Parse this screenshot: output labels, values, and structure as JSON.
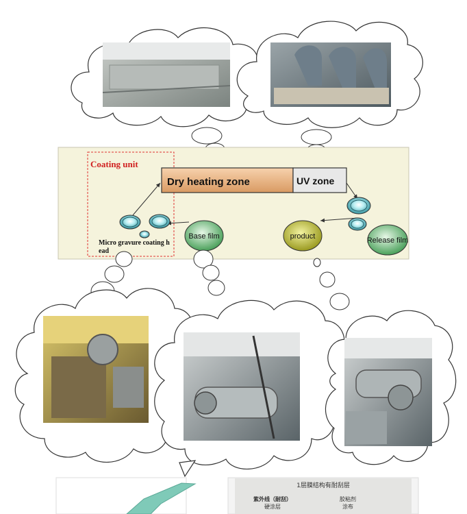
{
  "diagram": {
    "coating_unit_label": "Coating unit",
    "dry_zone_label": "Dry heating zone",
    "uv_zone_label": "UV zone",
    "base_film_label": "Base film",
    "product_label": "product",
    "release_film_label": "Release film",
    "gravure_label_line1": "Micro gravure coating h",
    "gravure_label_line2": "ead"
  },
  "bottom_strip": {
    "title": "1层膜结构有耐刮层",
    "left_label_line1": "紫外线（耐刮）",
    "left_label_line2": "硬涂层",
    "right_label_line1": "胶粘剂",
    "right_label_line2": "涂布"
  },
  "colors": {
    "panel_bg": "#f5f3dc",
    "dry_zone": "#efb98a",
    "uv_zone": "#e8e8e8",
    "coating_box": "#e03030",
    "coating_text": "#d02020",
    "roller": "#7fd0d8",
    "product": "#c8c84a",
    "film": "#8fcf8f"
  },
  "icons": [
    "cloud-icon",
    "roller-icon"
  ]
}
